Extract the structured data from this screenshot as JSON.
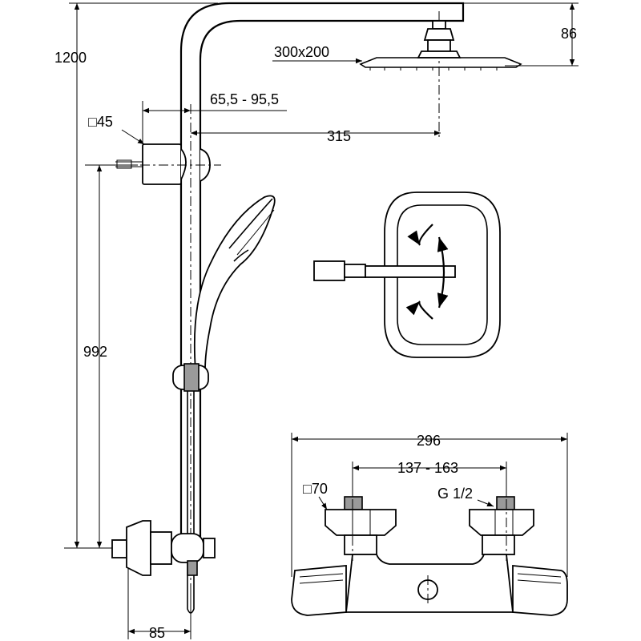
{
  "drawing": {
    "dims": {
      "total_height": "1200",
      "rain_shower_size": "300x200",
      "arm_height": "86",
      "wall_bracket_square": "□45",
      "bracket_range": "65,5 - 95,5",
      "arm_projection": "315",
      "rail_height": "992",
      "valve_projection": "85",
      "thermostat_width": "296",
      "inlet_centres": "137 - 163",
      "valve_body_square": "□70",
      "thread": "G 1/2"
    }
  }
}
